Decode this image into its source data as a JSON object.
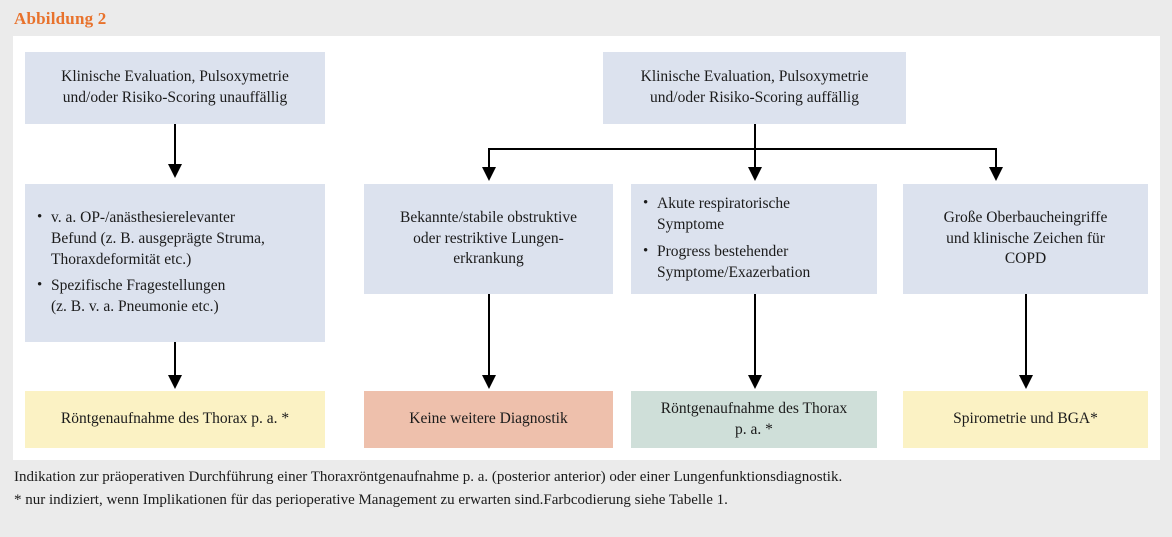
{
  "figure": {
    "title": "Abbildung 2",
    "title_color": "#e8722c"
  },
  "colors": {
    "background": "#ebebeb",
    "panel": "#ffffff",
    "blue": "#dce2ee",
    "yellow": "#fbf2c4",
    "salmon": "#eec0ac",
    "teal": "#cfdfd9",
    "connector": "#000000",
    "text": "#1b1b1b"
  },
  "nodes": {
    "top_left": {
      "line1": "Klinische Evaluation, Pulsoxymetrie",
      "line2": "und/oder Risiko-Scoring unauffällig"
    },
    "top_right": {
      "line1": "Klinische Evaluation, Pulsoxymetrie",
      "line2": "und/oder Risiko-Scoring auffällig"
    },
    "mid_col1": {
      "bullets": [
        [
          "v. a. OP-/anästhesierelevanter",
          "Befund (z. B. ausgeprägte Struma,",
          "Thoraxdeformität etc.)"
        ],
        [
          "Spezifische Fragestellungen",
          "(z. B. v. a. Pneumonie etc.)"
        ]
      ]
    },
    "mid_col2": {
      "line1": "Bekannte/stabile obstruktive",
      "line2": "oder restriktive Lungen-",
      "line3": "erkrankung"
    },
    "mid_col3": {
      "bullets": [
        [
          "Akute respiratorische",
          "Symptome"
        ],
        [
          "Progress bestehender",
          "Symptome/Exazerbation"
        ]
      ]
    },
    "mid_col4": {
      "line1": "Große Oberbaucheingriffe",
      "line2": "und klinische Zeichen für",
      "line3": "COPD"
    },
    "result_col1": {
      "line1": "Röntgenaufnahme des Thorax p. a. *"
    },
    "result_col2": {
      "line1": "Keine weitere Diagnostik"
    },
    "result_col3": {
      "line1": "Röntgenaufnahme des Thorax",
      "line2": "p. a. *"
    },
    "result_col4": {
      "line1": "Spirometrie und BGA*"
    }
  },
  "caption": {
    "line1": "Indikation zur präoperativen Durchführung einer Thoraxröntgenaufnahme p. a. (posterior anterior) oder einer Lungenfunktionsdiagnostik.",
    "line2": "* nur indiziert, wenn Implikationen für das perioperative Management zu erwarten sind.Farbcodierung siehe Tabelle 1."
  }
}
